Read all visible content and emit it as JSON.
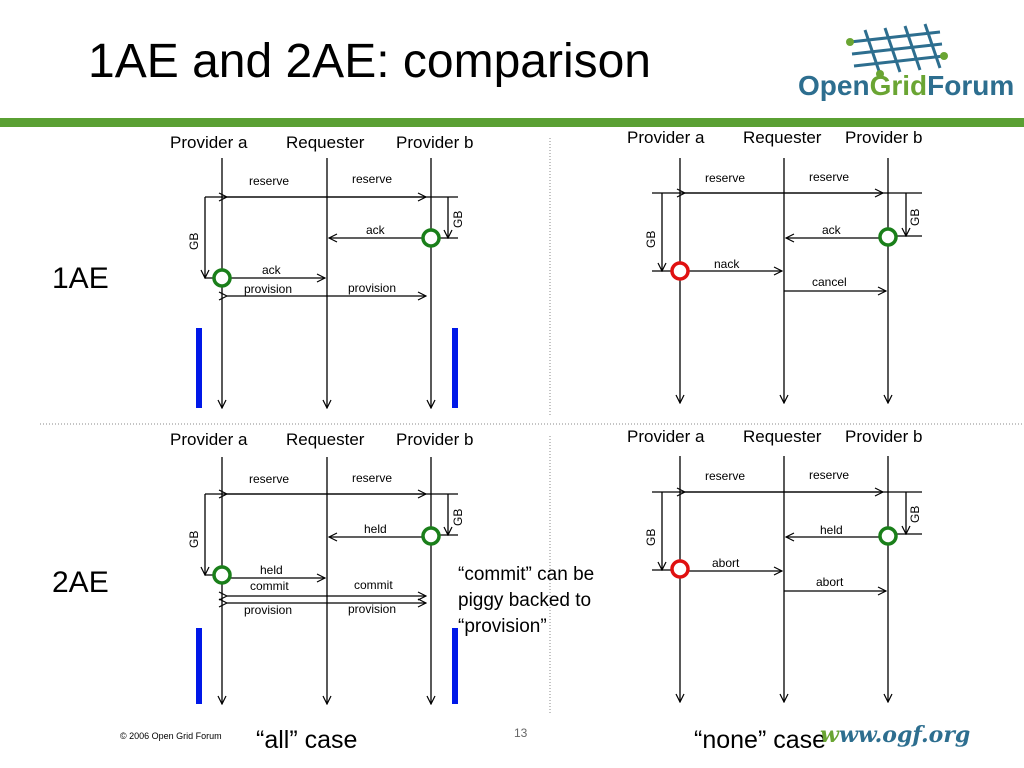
{
  "title": "1AE and 2AE: comparison",
  "logo": {
    "open": "Open",
    "grid": "Grid",
    "forum": "Forum"
  },
  "rows": {
    "top": "1AE",
    "bottom": "2AE"
  },
  "headers": {
    "provider_a": "Provider a",
    "requester": "Requester",
    "provider_b": "Provider  b"
  },
  "note": [
    "“commit” can be",
    "piggy backed to",
    "“provision”"
  ],
  "cases": {
    "all": "“all” case",
    "none": "“none” case"
  },
  "footer": "© 2006 Open Grid Forum",
  "page_number": "13",
  "url": {
    "w": "w",
    "rest": "ww.ogf.org"
  },
  "diagrams": {
    "q1": {
      "gb_a": "GB",
      "gb_b": "GB",
      "reserve1": "reserve",
      "reserve2": "reserve",
      "ack_b": "ack",
      "ack_a": "ack",
      "prov_a": "provision",
      "prov_b": "provision"
    },
    "q2": {
      "gb_a": "GB",
      "gb_b": "GB",
      "reserve1": "reserve",
      "reserve2": "reserve",
      "ack_b": "ack",
      "nack": "nack",
      "cancel": "cancel"
    },
    "q3": {
      "gb_a": "GB",
      "gb_b": "GB",
      "reserve1": "reserve",
      "reserve2": "reserve",
      "held_b": "held",
      "held_a": "held",
      "commit_a": "commit",
      "commit_b": "commit",
      "prov_a": "provision",
      "prov_b": "provision"
    },
    "q4": {
      "gb_a": "GB",
      "gb_b": "GB",
      "reserve1": "reserve",
      "reserve2": "reserve",
      "held_b": "held",
      "abort_a": "abort",
      "abort_b": "abort"
    }
  },
  "colors": {
    "ok_circle": "#1a7f1a",
    "fail_circle": "#e01010",
    "bar": "#0018e8",
    "green_bar": "#5aa033"
  }
}
